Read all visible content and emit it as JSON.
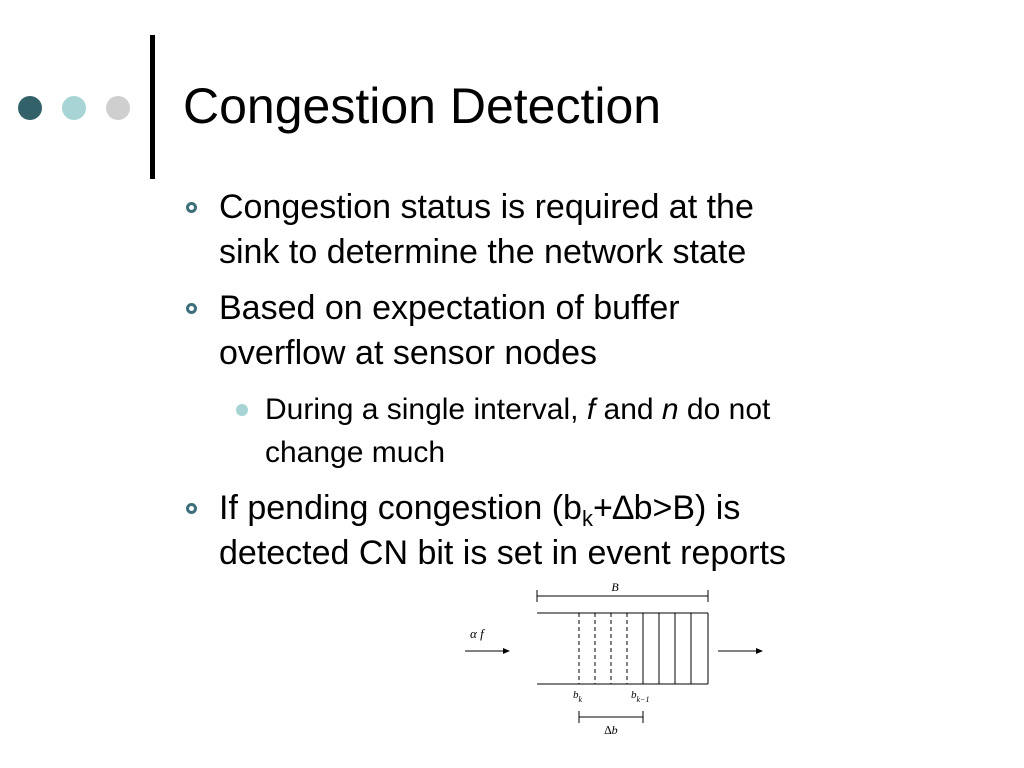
{
  "slide": {
    "title": "Congestion Detection",
    "accent_colors": {
      "dot1": "#336169",
      "dot2": "#a7d4d4",
      "dot3": "#cfcfcf",
      "bullet": "#3d6f7a"
    },
    "bullets": [
      {
        "lines": [
          "Congestion status is required at the",
          "sink to determine the network state"
        ]
      },
      {
        "lines": [
          "Based on expectation of buffer",
          "overflow at  sensor nodes"
        ]
      },
      {
        "sub_bullet": {
          "pre": "During a single interval, ",
          "var1": "f",
          "mid": " and ",
          "var2": "n",
          "post": " do not",
          "line2": "change much"
        }
      },
      {
        "pre": "If pending congestion (b",
        "subscript": "k",
        "post": "+∆b>B) is",
        "line2": "detected CN bit is set in event reports"
      }
    ],
    "diagram": {
      "label_B": "B",
      "label_input": "α f",
      "label_bk": "b",
      "label_bk_sub": "k",
      "label_bk1": "b",
      "label_bk1_sub": "k−1",
      "label_delta": "∆b"
    }
  }
}
